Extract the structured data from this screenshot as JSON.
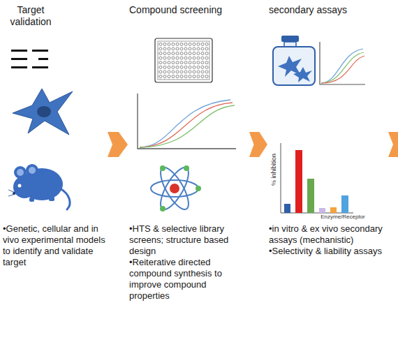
{
  "diagram": {
    "nodes": [
      {
        "text": [
          "Target validation",
          "•Genetic, cellular and in vivo experimental models to identify and validate target"
        ]
      },
      {
        "text": [
          "Compound screening",
          "•HTS & selective library screens; structure based design",
          "•Reiterative directed compound synthesis to improve compound properties"
        ]
      },
      {
        "text": [
          "secondary assays",
          "•in vitro & ex vivo secondary assays (mechanistic)",
          "•Selectivity & liability assays"
        ]
      }
    ],
    "edges": [
      {
        "from": 0,
        "to": 1,
        "arrow": "to"
      },
      {
        "from": 1,
        "to": 2,
        "arrow": "to"
      }
    ],
    "labels": [
      "% inhibition",
      "Enzyme/Receptor"
    ]
  }
}
